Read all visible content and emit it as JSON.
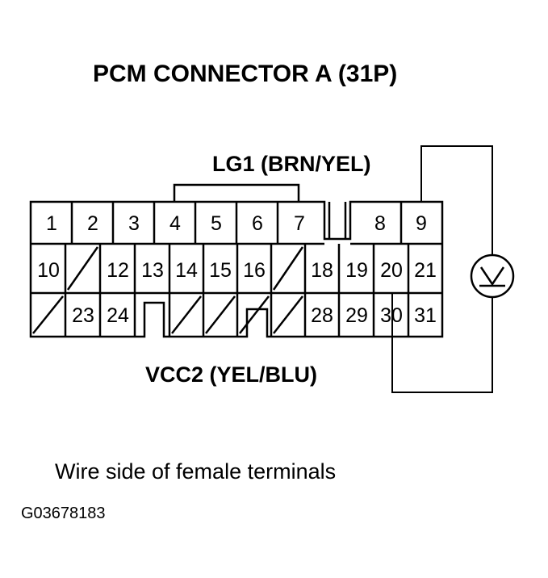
{
  "title": "PCM CONNECTOR A (31P)",
  "wire_labels": {
    "lg1": "LG1 (BRN/YEL)",
    "vcc2": "VCC2 (YEL/BLU)"
  },
  "meter_symbol": "V",
  "caption": "Wire side of female terminals",
  "figure_code": "G03678183",
  "row1_pins": [
    "1",
    "2",
    "3",
    "4",
    "5",
    "6",
    "7",
    "8",
    "9"
  ],
  "row2_pins": [
    "10",
    "",
    "12",
    "13",
    "14",
    "15",
    "16",
    "",
    "18",
    "19",
    "20",
    "21"
  ],
  "row3_pins": [
    "",
    "23",
    "24",
    "",
    "",
    "",
    "28",
    "29",
    "30",
    "31"
  ]
}
